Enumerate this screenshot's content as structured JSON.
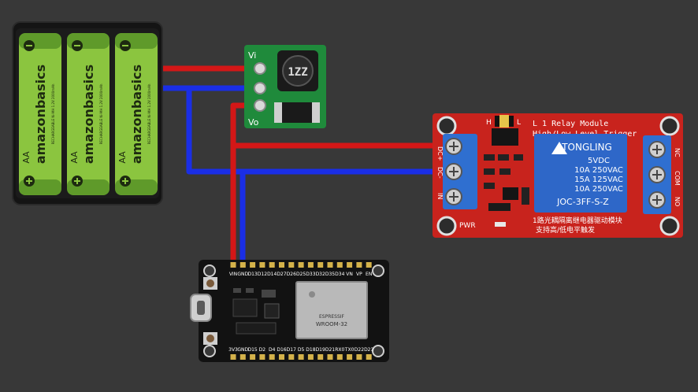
{
  "battery_pack": {
    "brand": "amazonbasics",
    "cell_size": "AA",
    "cell_count": 3,
    "fine_print": "RECHARGEABLE Ni-MH 1.2V 2000mAh",
    "cell_color": "#8bc53f"
  },
  "converter": {
    "pins": [
      "Vi",
      "Vo"
    ],
    "inductor_marking": "1ZZ",
    "board_color": "#1f8a3b"
  },
  "relay_module": {
    "title_line1": "L 1 Relay Module",
    "title_line2": "High/Low Level Trigger",
    "relay_brand": "TONGLING",
    "relay_voltage": "5VDC",
    "rating1": "10A 250VAC",
    "rating2": "15A 125VAC",
    "rating3": "10A 250VAC",
    "relay_model": "JOC-3FF-S-Z",
    "left_pins": [
      "DC+",
      "DC-",
      "IN"
    ],
    "right_pins": [
      "NC",
      "COM",
      "NO"
    ],
    "pwr_label": "PWR",
    "jumper_labels": [
      "H",
      "L"
    ],
    "chinese_line1": "1路光耦隔离继电器驱动模块",
    "chinese_line2": "支持高/低电平触发",
    "board_color": "#c8231d",
    "relay_color": "#2e67c8"
  },
  "esp32": {
    "top_pins": [
      "VIN",
      "GND",
      "D13",
      "D12",
      "D14",
      "D27",
      "D26",
      "D25",
      "D33",
      "D32",
      "D35",
      "D34",
      "VN",
      "VP",
      "EN"
    ],
    "bottom_pins": [
      "3V3",
      "GND",
      "D15",
      "D2",
      "D4",
      "D16",
      "D17",
      "D5",
      "D18",
      "D19",
      "D21",
      "RX0",
      "TX0",
      "D22",
      "D23"
    ],
    "module_label": "WROOM-32",
    "brand_label": "ESPRESSIF"
  },
  "wire_colors": {
    "positive": "#d41717",
    "negative": "#1a2ee6"
  }
}
